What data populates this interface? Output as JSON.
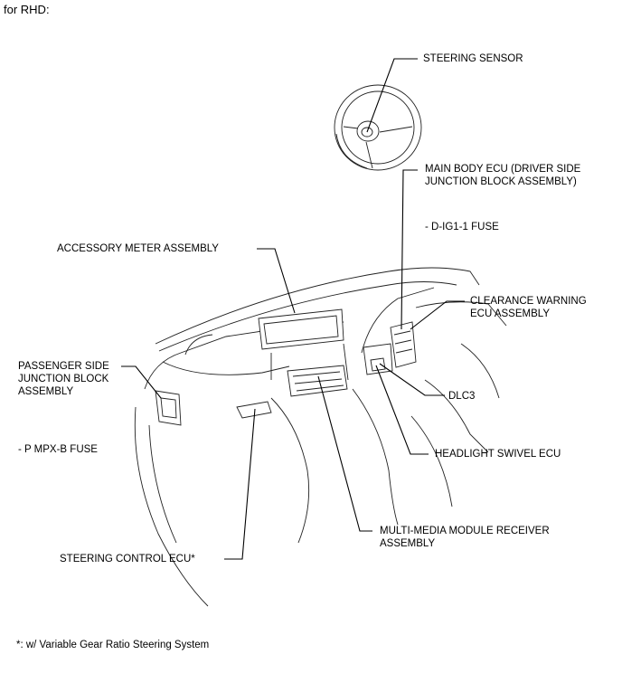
{
  "header": "for RHD:",
  "labels": {
    "steering_sensor": "STEERING SENSOR",
    "main_body_ecu_1": "MAIN BODY ECU (DRIVER SIDE",
    "main_body_ecu_2": "JUNCTION BLOCK ASSEMBLY)",
    "d_ig1_fuse": "- D-IG1-1 FUSE",
    "accessory_meter": "ACCESSORY METER ASSEMBLY",
    "clearance_warning_1": "CLEARANCE WARNING",
    "clearance_warning_2": "ECU ASSEMBLY",
    "passenger_jb_1": "PASSENGER SIDE",
    "passenger_jb_2": "JUNCTION BLOCK",
    "passenger_jb_3": "ASSEMBLY",
    "dlc3": "DLC3",
    "p_mpx_fuse": "- P MPX-B FUSE",
    "headlight_swivel": "HEADLIGHT SWIVEL ECU",
    "multimedia_1": "MULTI-MEDIA MODULE RECEIVER",
    "multimedia_2": "ASSEMBLY",
    "steering_control": "STEERING CONTROL ECU*"
  },
  "footnote": "*: w/ Variable Gear Ratio Steering System"
}
